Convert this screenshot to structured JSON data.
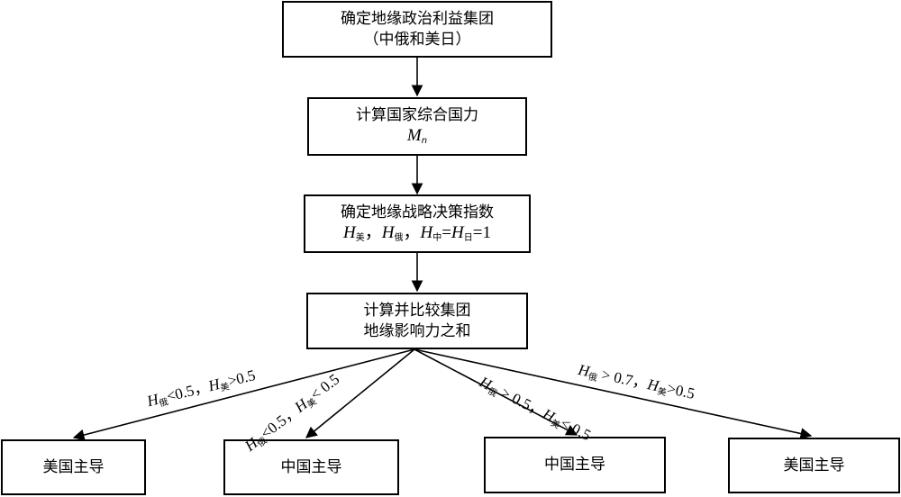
{
  "nodes": {
    "n1": {
      "line1": "确定地缘政治利益集团",
      "line2": "（中俄和美日）"
    },
    "n2": {
      "line1": "计算国家综合国力",
      "var": "M",
      "sub": "n"
    },
    "n3": {
      "line1": "确定地缘战略决策指数",
      "H": "H",
      "s_us": "美",
      "s_ru": "俄",
      "s_cn": "中",
      "s_jp": "日",
      "sep": "，",
      "eq": "=",
      "one": "1"
    },
    "n4": {
      "line1": "计算并比较集团",
      "line2": "地缘影响力之和"
    },
    "o1": "美国主导",
    "o2": "中国主导",
    "o3": "中国主导",
    "o4": "美国主导"
  },
  "edges": {
    "e1": {
      "H": "H",
      "s1": "俄",
      "op1": "<",
      "v1": "0.5",
      "sep": "，",
      "s2": "美",
      "op2": ">",
      "v2": "0.5"
    },
    "e2": {
      "H": "H",
      "s1": "俄",
      "op1": "<",
      "v1": "0.5",
      "sep": "，",
      "s2": "美",
      "op2": "<",
      "v2": "0.5"
    },
    "e3": {
      "H": "H",
      "s1": "俄",
      "op1": ">",
      "v1": "0.5",
      "sep": "，",
      "s2": "美",
      "op2": "<",
      "v2": "0.5"
    },
    "e4": {
      "H": "H",
      "s1": "俄",
      "op1": ">",
      "v1": "0.7",
      "sep": "，",
      "s2": "美",
      "op2": ">",
      "v2": "0.5"
    }
  }
}
